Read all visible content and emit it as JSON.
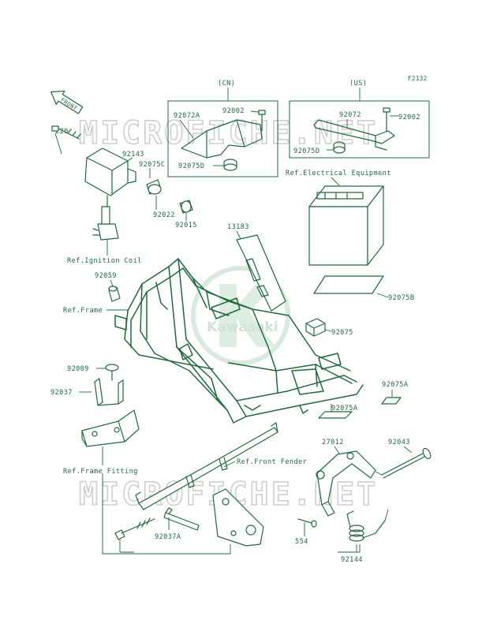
{
  "diagram": {
    "code": "F2132",
    "front_label": "FRONT",
    "watermark": "MICROFICHE.NET",
    "logo_text": "Kawasaki",
    "groups": {
      "cn": "(CN)",
      "us": "(US)"
    },
    "refs": {
      "electrical": "Ref.Electrical Equipment",
      "ignition": "Ref.Ignition Coil",
      "frame": "Ref.Frame",
      "frame_fitting": "Ref.Frame Fitting",
      "front_fender": "Ref.Front Fender"
    },
    "parts": {
      "p92072A": "92072A",
      "p92002_cn": "92002",
      "p92075D_cn": "92075D",
      "p92072": "92072",
      "p92002_us": "92002",
      "p92075D_us": "92075D",
      "p220": "220",
      "p92143": "92143",
      "p92075C": "92075C",
      "p92022": "92022",
      "p92015": "92015",
      "p13183": "13183",
      "p92059": "92059",
      "p92075B": "92075B",
      "p92075": "92075",
      "p92009": "92009",
      "p92037": "92037",
      "p92075A_1": "92075A",
      "p92075A_2": "92075A",
      "p27012": "27012",
      "p92043": "92043",
      "p554": "554",
      "p92037A": "92037A",
      "p92144": "92144"
    }
  }
}
